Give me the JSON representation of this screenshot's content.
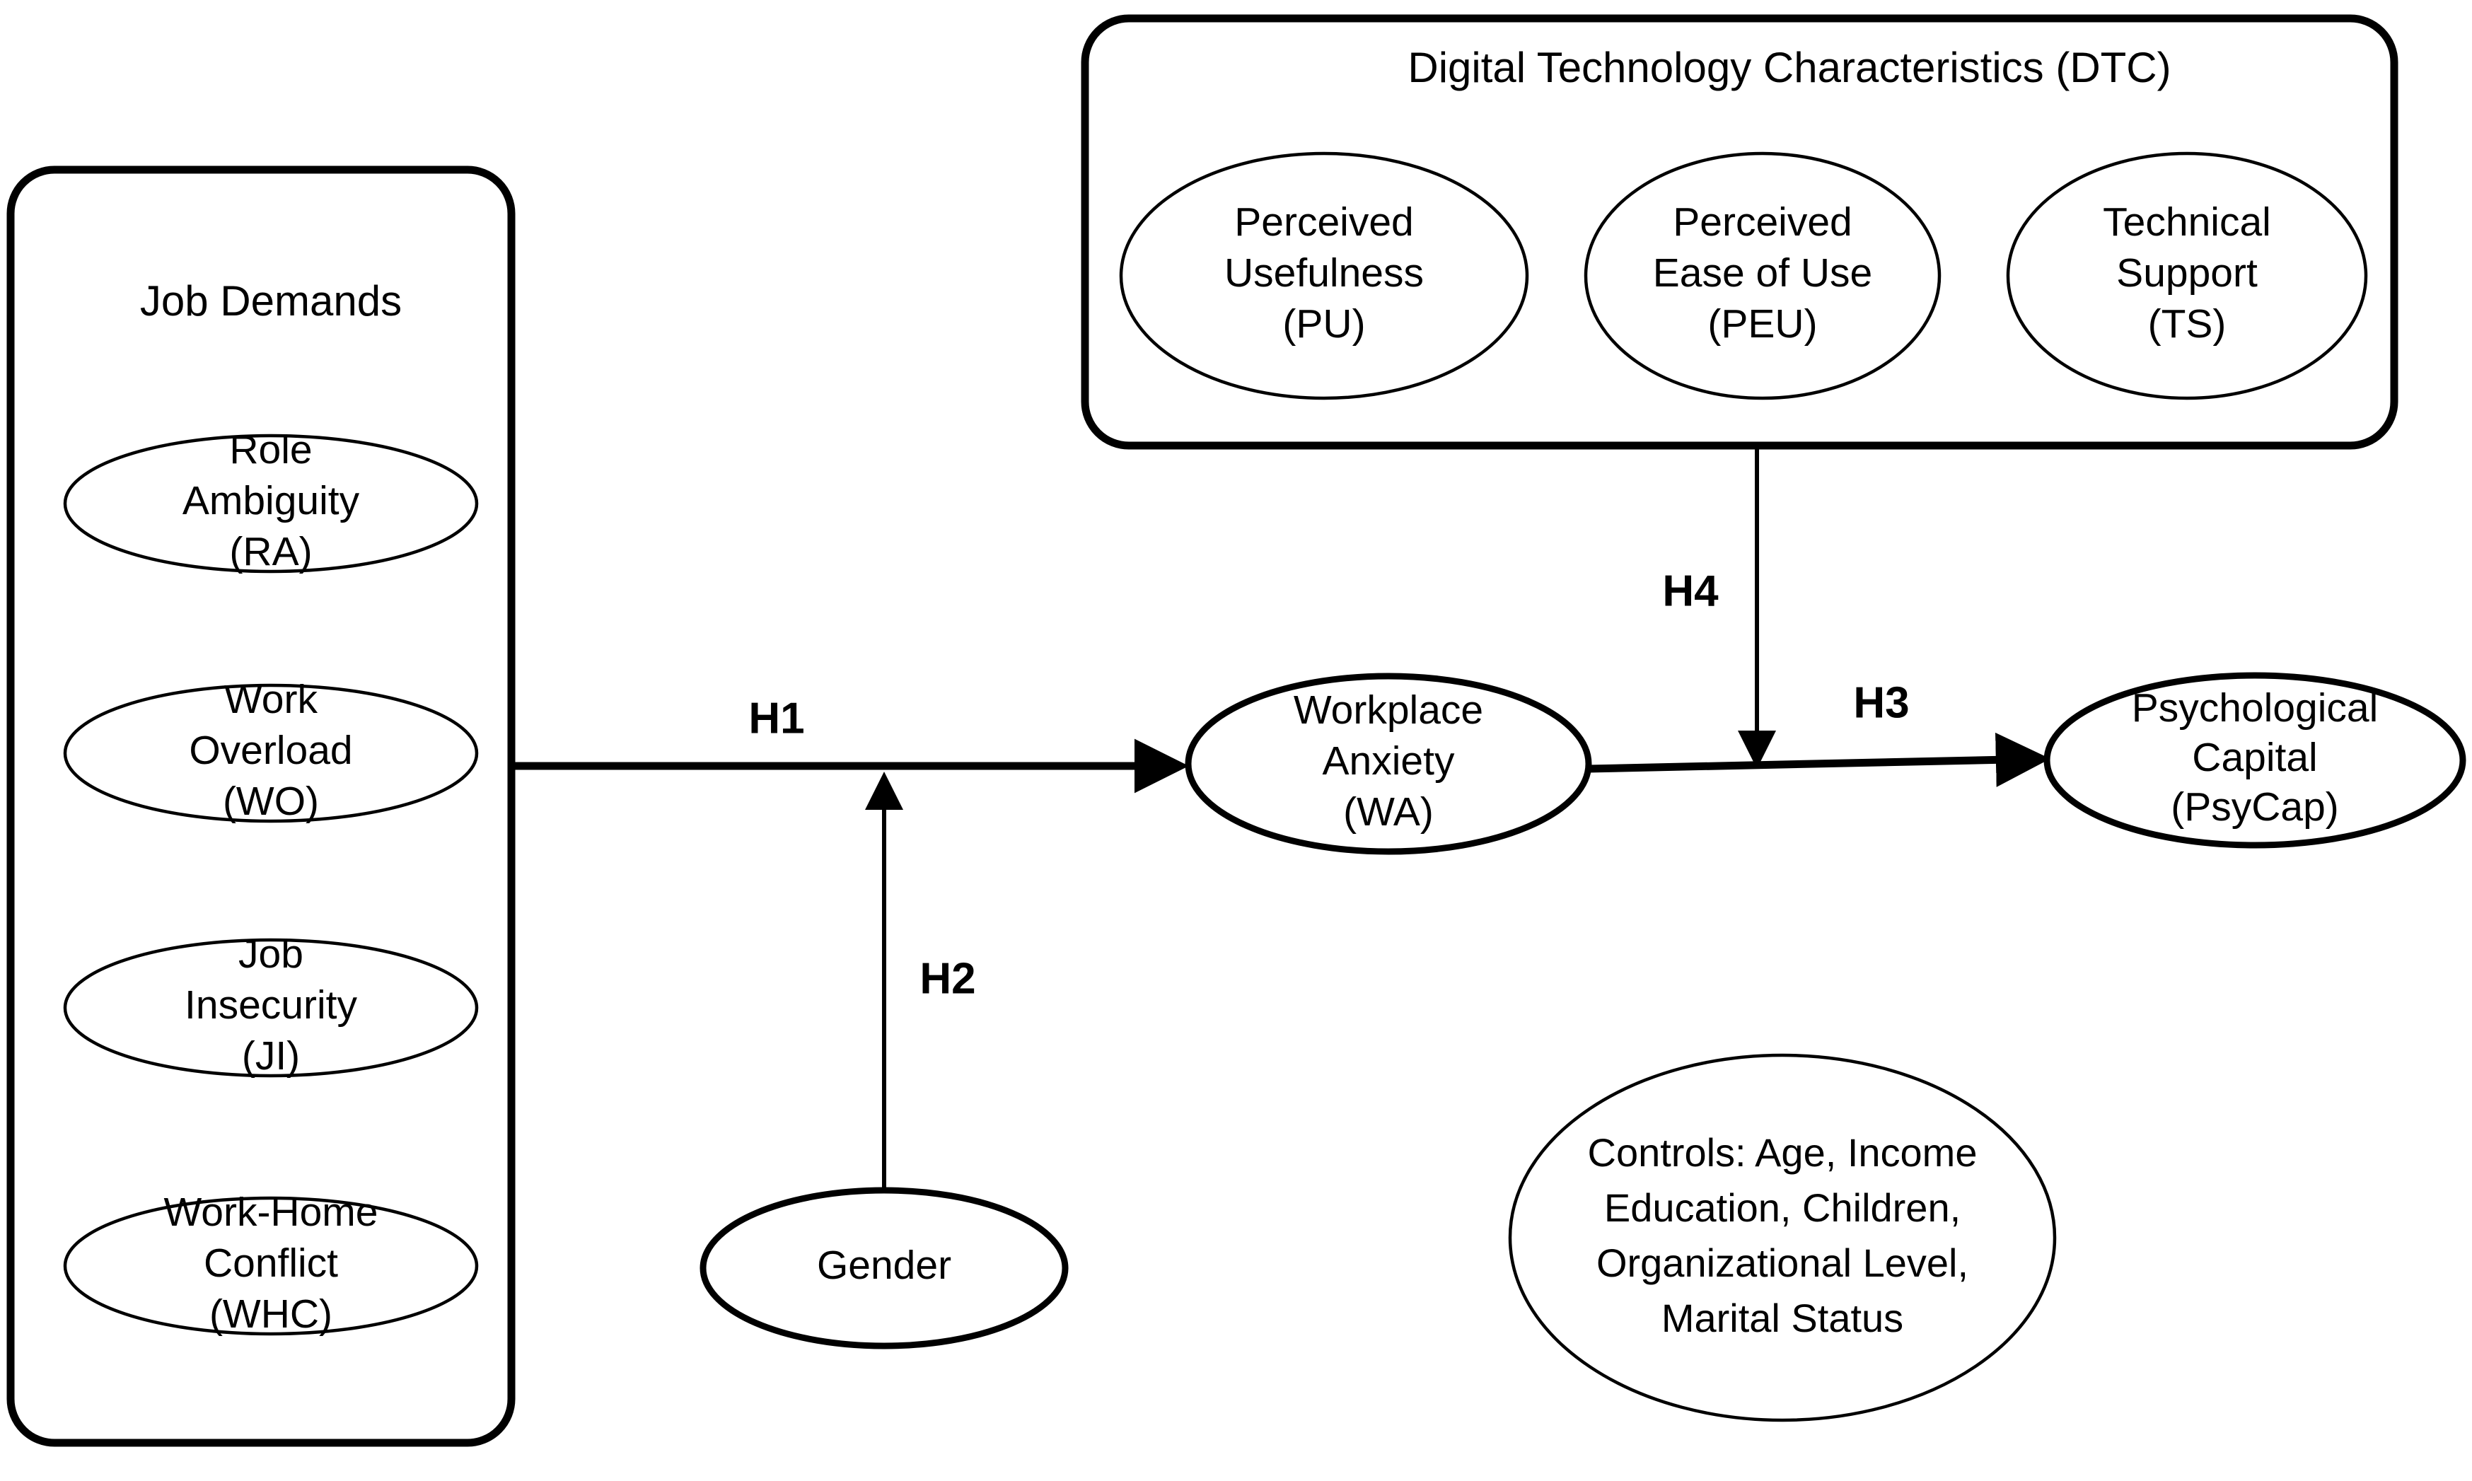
{
  "diagram": {
    "title": "Conceptual research model",
    "type": "path-model",
    "colors": {
      "stroke": "#000000",
      "fill": "#ffffff",
      "text": "#000000"
    }
  },
  "groups": {
    "job_demands": {
      "label": "Job Demands",
      "items": [
        {
          "id": "RA",
          "line1": "Role",
          "line2": "Ambiguity",
          "line3": "(RA)"
        },
        {
          "id": "WO",
          "line1": "Work",
          "line2": "Overload",
          "line3": "(WO)"
        },
        {
          "id": "JI",
          "line1": "Job",
          "line2": "Insecurity",
          "line3": "(JI)"
        },
        {
          "id": "WHC",
          "line1": "Work-Home",
          "line2": "Conflict",
          "line3": "(WHC)"
        }
      ]
    },
    "dtc": {
      "label": "Digital Technology Characteristics (DTC)",
      "items": [
        {
          "id": "PU",
          "line1": "Perceived",
          "line2": "Usefulness",
          "line3": "(PU)"
        },
        {
          "id": "PEU",
          "line1": "Perceived",
          "line2": "Ease of Use",
          "line3": "(PEU)"
        },
        {
          "id": "TS",
          "line1": "Technical",
          "line2": "Support",
          "line3": "(TS)"
        }
      ]
    }
  },
  "constructs": {
    "workplace_anxiety": {
      "line1": "Workplace",
      "line2": "Anxiety",
      "line3": "(WA)"
    },
    "psycap": {
      "line1": "Psychological",
      "line2": "Capital",
      "line3": "(PsyCap)"
    },
    "gender": {
      "label": "Gender"
    },
    "controls": {
      "line1": "Controls: Age, Income",
      "line2": "Education, Children,",
      "line3": "Organizational Level,",
      "line4": "Marital Status"
    }
  },
  "hypotheses": [
    {
      "id": "H1",
      "label": "H1",
      "from": "Job Demands",
      "to": "Workplace Anxiety (WA)"
    },
    {
      "id": "H2",
      "label": "H2",
      "from": "Gender",
      "to": "H1 path (moderator)"
    },
    {
      "id": "H3",
      "label": "H3",
      "from": "Workplace Anxiety (WA)",
      "to": "Psychological Capital (PsyCap)"
    },
    {
      "id": "H4",
      "label": "H4",
      "from": "Digital Technology Characteristics (DTC)",
      "to": "H3 path (moderator)"
    }
  ]
}
